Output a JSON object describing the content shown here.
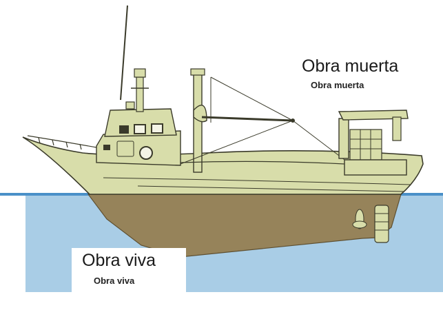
{
  "labels": {
    "above_waterline": {
      "main": "Obra muerta",
      "sub": "Obra muerta"
    },
    "below_waterline": {
      "main": "Obra viva",
      "sub": "Obra viva"
    }
  },
  "colors": {
    "water": "#a9cde6",
    "waterline": "#4a90c8",
    "hull_upper": "#d8ddaa",
    "hull_lower": "#96835a",
    "outline": "#3a3a2a"
  }
}
